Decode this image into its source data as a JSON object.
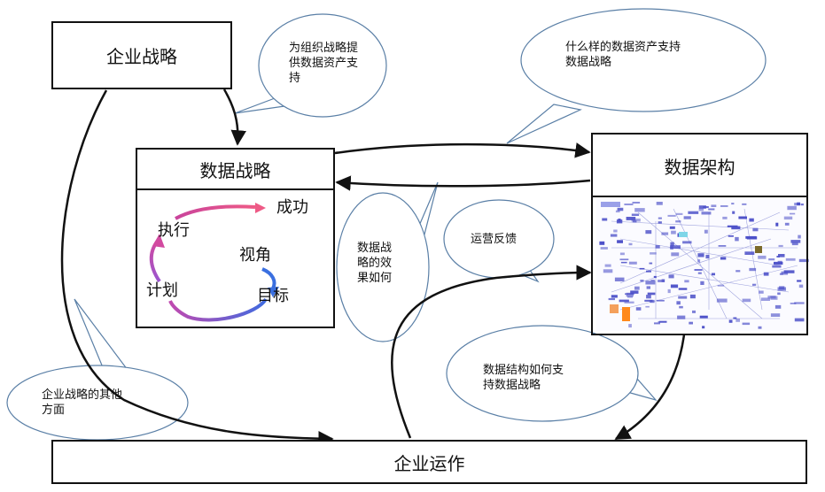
{
  "boxes": {
    "enterprise_strategy": "企业战略",
    "data_strategy": "数据战略",
    "data_architecture": "数据架构",
    "enterprise_operations": "企业运作"
  },
  "cycle": {
    "success": "成功",
    "execute": "执行",
    "perspective": "视角",
    "plan": "计划",
    "goal": "目标"
  },
  "bubbles": {
    "support_line1": "为组织战略提",
    "support_line2": "供数据资产支",
    "support_line3": "持",
    "what_assets_line1": "什么样的数据资产支持",
    "what_assets_line2": "数据战略",
    "effect_line1": "数据战",
    "effect_line2": "略的效",
    "effect_line3": "果如何",
    "feedback": "运营反馈",
    "structure_line1": "数据结构如何支",
    "structure_line2": "持数据战略",
    "other_line1": "企业战略的其他",
    "other_line2": "方面"
  },
  "colors": {
    "line": "#111111",
    "bubble_stroke": "#5a7fa6",
    "cycle_pink": "#e0468a",
    "cycle_purple": "#8b55d6",
    "cycle_blue": "#3a6fe0"
  }
}
